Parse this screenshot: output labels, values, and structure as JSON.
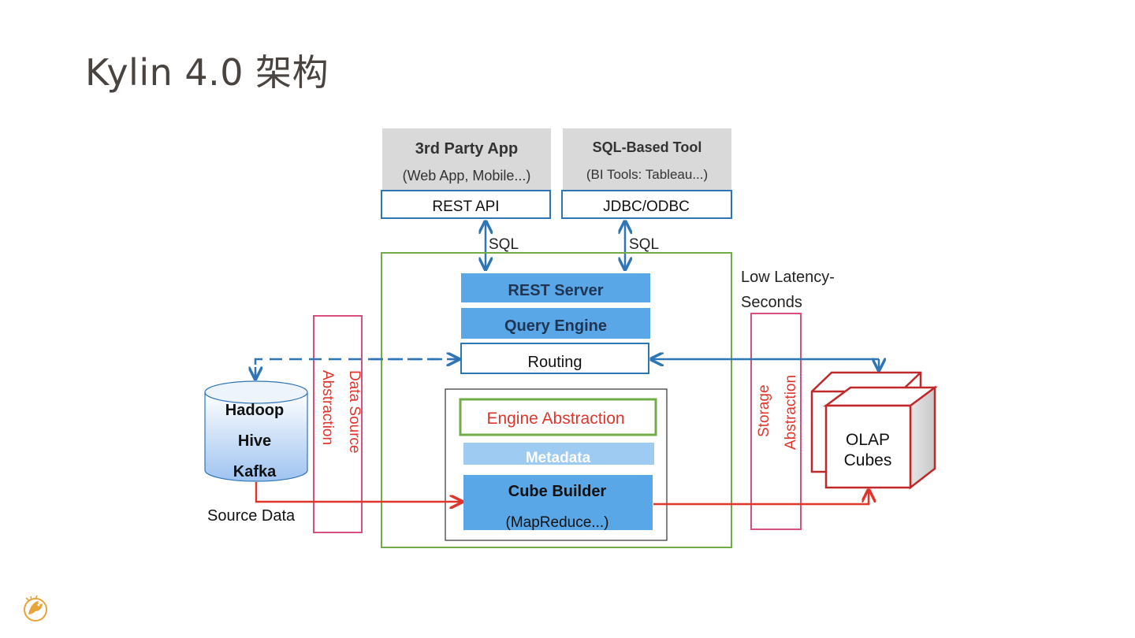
{
  "slide": {
    "title": "Kylin 4.0 架构"
  },
  "diagram": {
    "third_party": {
      "title": "3rd Party App",
      "subtitle": "(Web App, Mobile...)",
      "api": "REST API"
    },
    "sql_tool": {
      "title": "SQL-Based Tool",
      "subtitle": "(BI Tools: Tableau...)",
      "api": "JDBC/ODBC"
    },
    "sql_label_left": "SQL",
    "sql_label_right": "SQL",
    "rest_server": "REST Server",
    "query_engine": "Query Engine",
    "routing": "Routing",
    "engine_abstraction": "Engine  Abstraction",
    "metadata": "Metadata",
    "cube_builder": {
      "title": "Cube Builder",
      "subtitle": "(MapReduce...)"
    },
    "data_source_abstraction": {
      "line1": "Data Source",
      "line2": "Abstraction"
    },
    "storage_abstraction": {
      "line1": "Storage",
      "line2": "Abstraction"
    },
    "sources": {
      "line1": "Hadoop",
      "line2": "Hive",
      "line3": "Kafka"
    },
    "source_data_label": "Source Data",
    "low_latency": {
      "line1": "Low Latency-",
      "line2": "Seconds"
    },
    "olap_cubes": {
      "line1": "OLAP",
      "line2": "Cubes"
    }
  },
  "colors": {
    "grey_box": "#d9d9d9",
    "blue_line": "#2e75b6",
    "blue_fill": "#5aa7e8",
    "light_blue_fill": "#9dcbf2",
    "green_border": "#70ad47",
    "pink_border": "#d9507c",
    "red": "#e0352b",
    "dark_red": "#c0282a",
    "title_text": "#4a4441"
  }
}
